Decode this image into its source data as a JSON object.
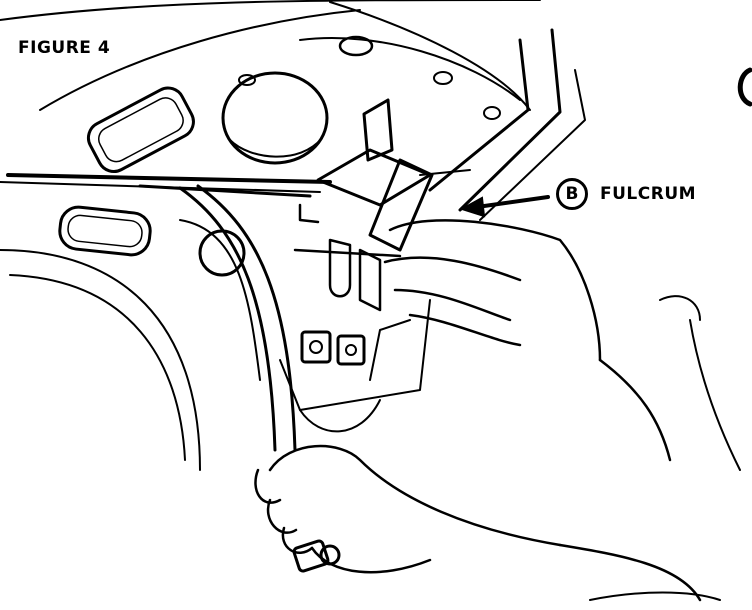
{
  "figure": {
    "title": "FIGURE 4"
  },
  "callout": {
    "letter": "B",
    "label": "FULCRUM"
  },
  "colors": {
    "ink": "#000000",
    "paper": "#ffffff"
  }
}
